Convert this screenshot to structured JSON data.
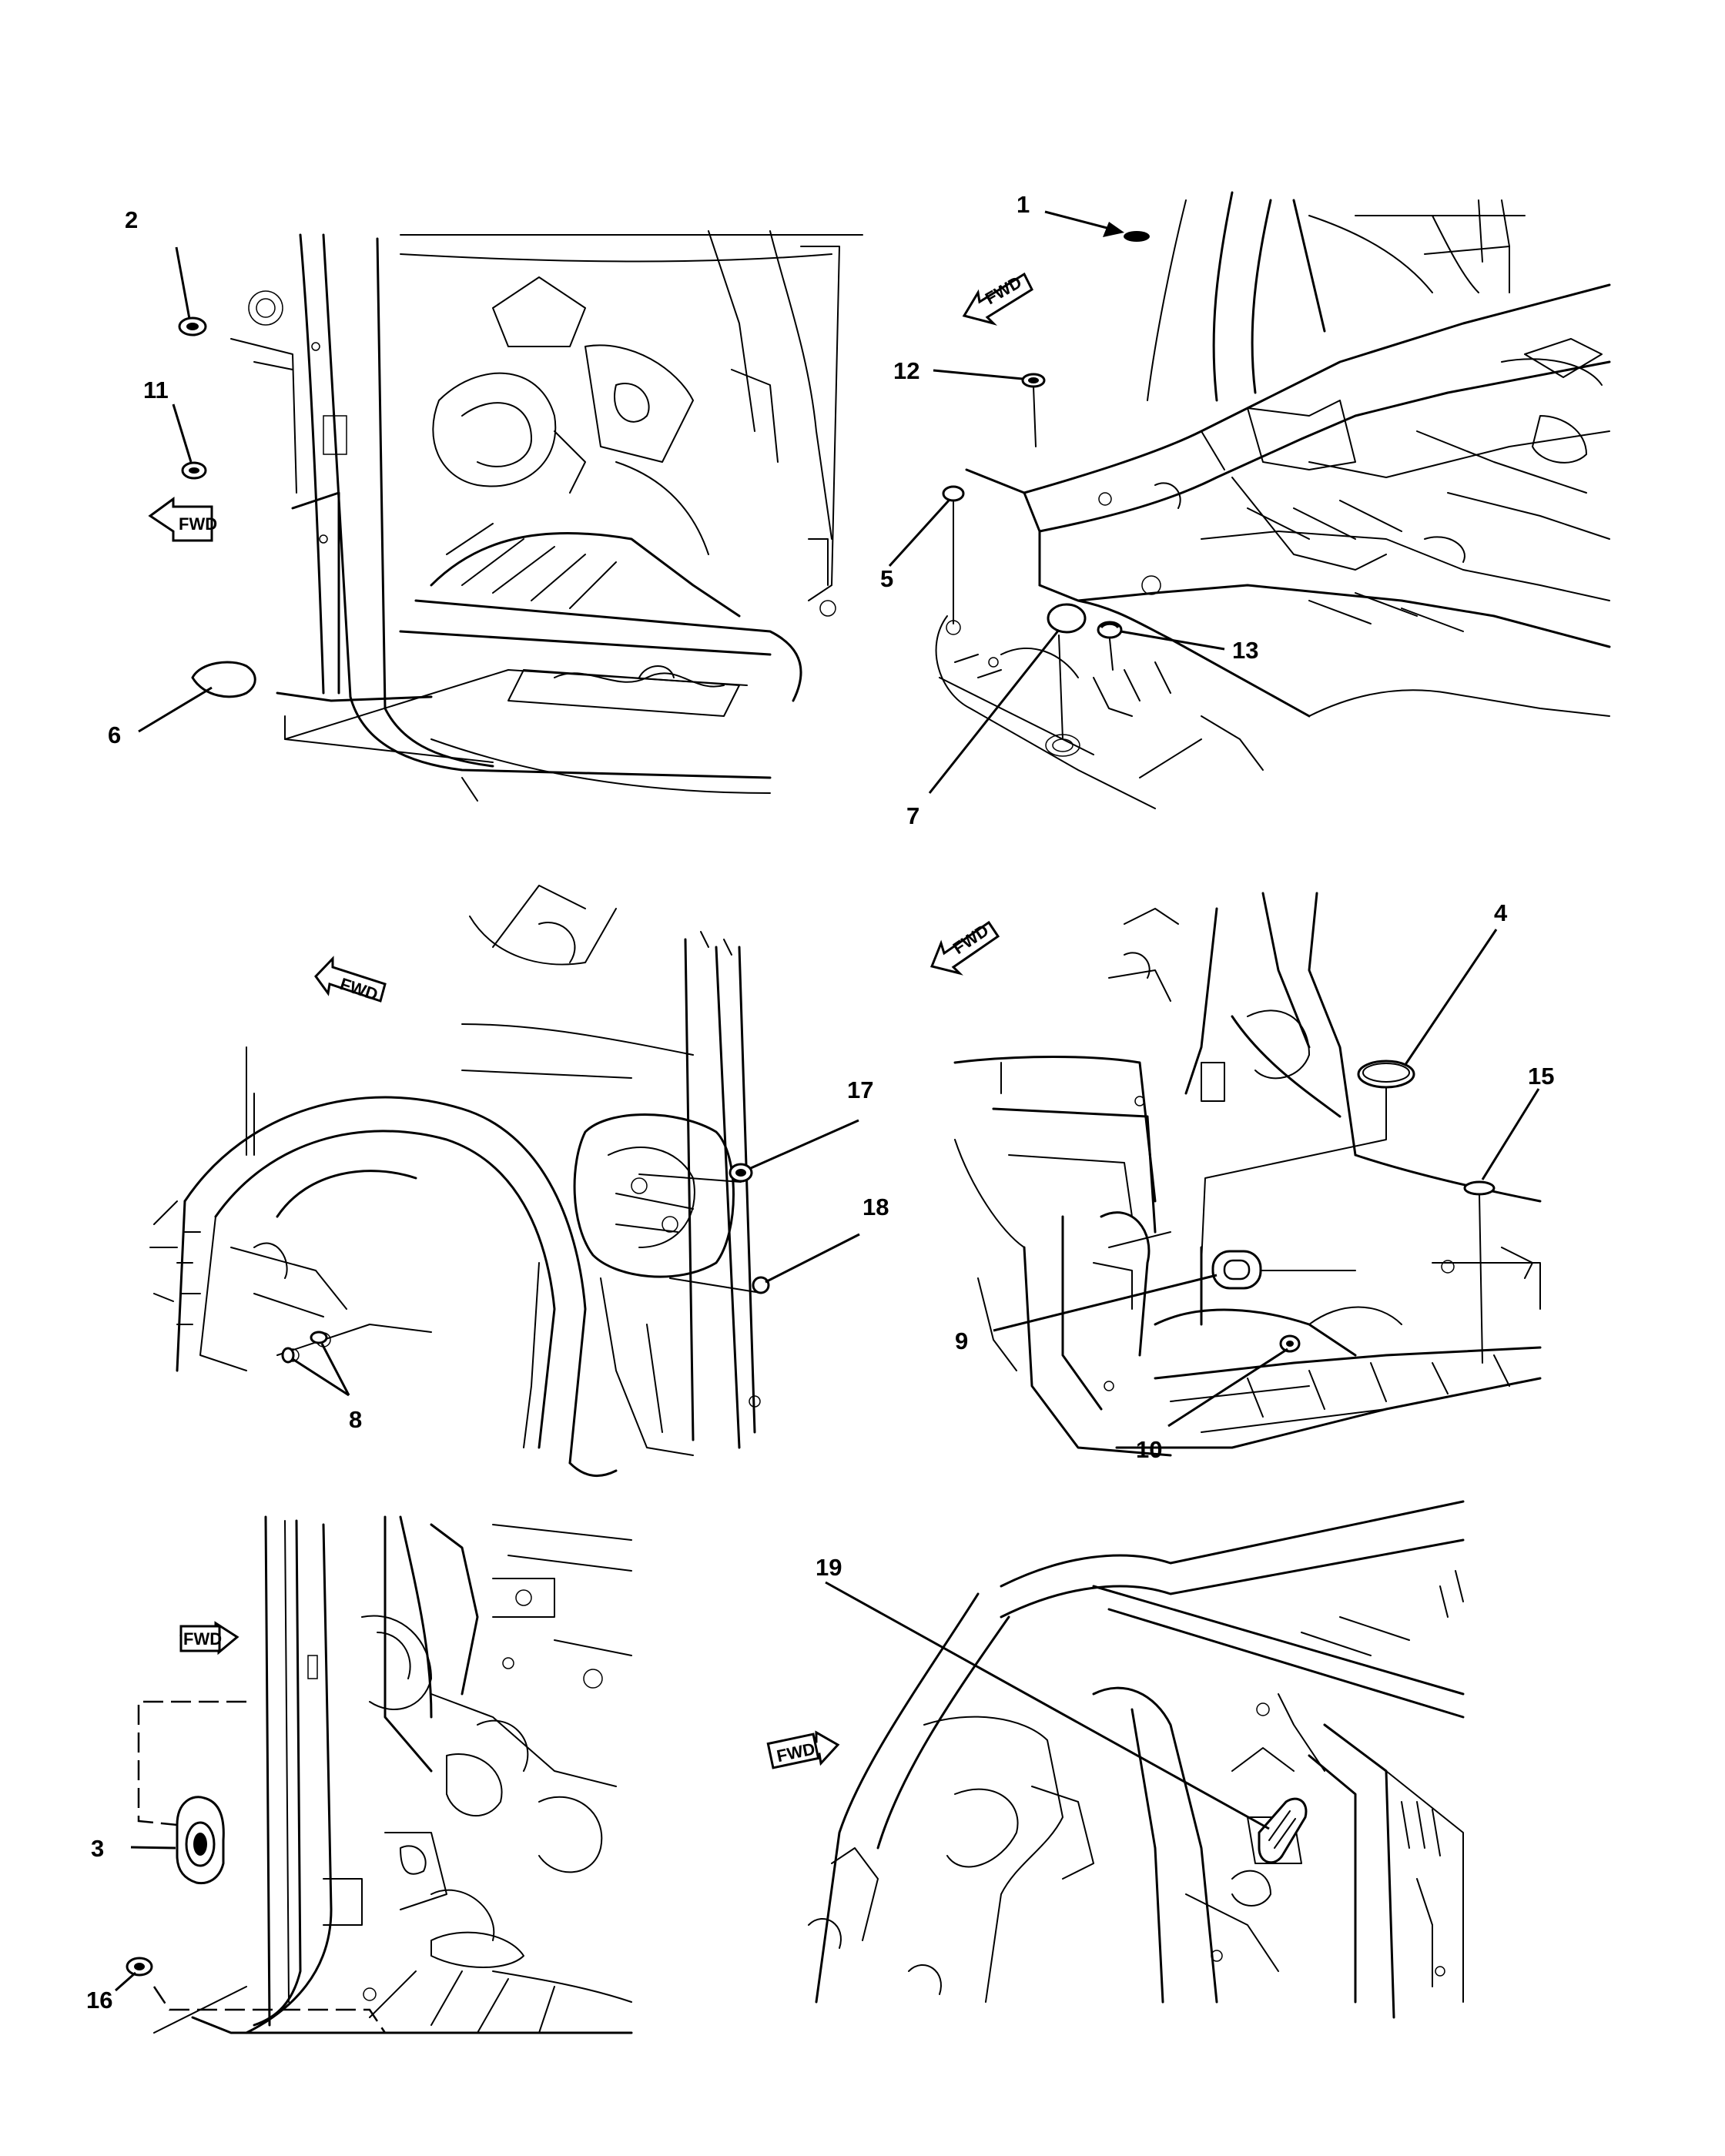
{
  "diagram": {
    "fwd_label": "FWD",
    "callouts": [
      {
        "id": "c1",
        "label": "1"
      },
      {
        "id": "c2",
        "label": "2"
      },
      {
        "id": "c3",
        "label": "3"
      },
      {
        "id": "c4",
        "label": "4"
      },
      {
        "id": "c5",
        "label": "5"
      },
      {
        "id": "c6",
        "label": "6"
      },
      {
        "id": "c7",
        "label": "7"
      },
      {
        "id": "c8",
        "label": "8"
      },
      {
        "id": "c9",
        "label": "9"
      },
      {
        "id": "c10",
        "label": "10"
      },
      {
        "id": "c11",
        "label": "11"
      },
      {
        "id": "c12",
        "label": "12"
      },
      {
        "id": "c13",
        "label": "13"
      },
      {
        "id": "c15",
        "label": "15"
      },
      {
        "id": "c16",
        "label": "16"
      },
      {
        "id": "c17",
        "label": "17"
      },
      {
        "id": "c18",
        "label": "18"
      },
      {
        "id": "c19",
        "label": "19"
      }
    ]
  }
}
